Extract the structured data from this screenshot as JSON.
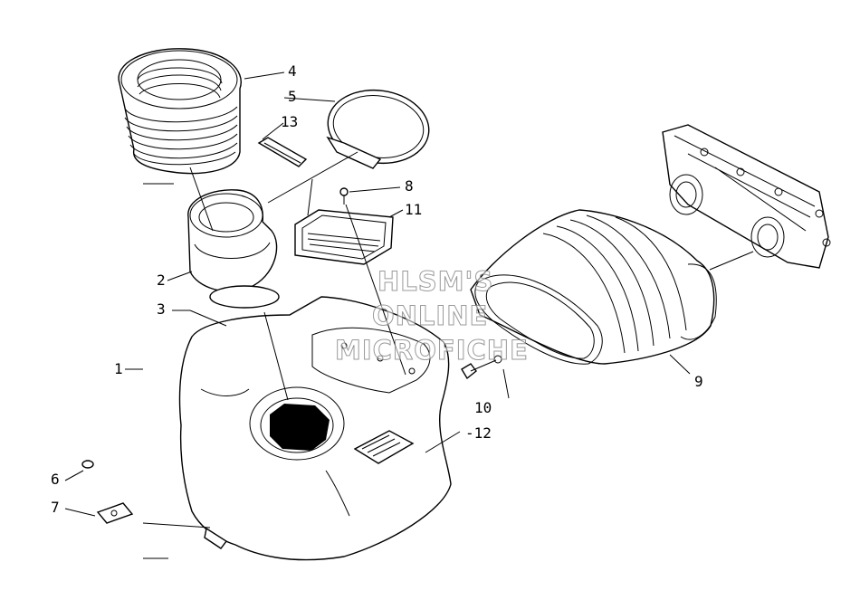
{
  "callouts": {
    "c1": "1",
    "c2": "2",
    "c3": "3",
    "c4": "4",
    "c5": "5",
    "c6": "6",
    "c7": "7",
    "c8": "8",
    "c9": "9",
    "c10": "10",
    "c11": "11",
    "c12": "-12",
    "c13": "13"
  },
  "watermark": {
    "line1": "HLSM'S",
    "line2": "ONLINE",
    "line3": "MICROFICHE"
  }
}
